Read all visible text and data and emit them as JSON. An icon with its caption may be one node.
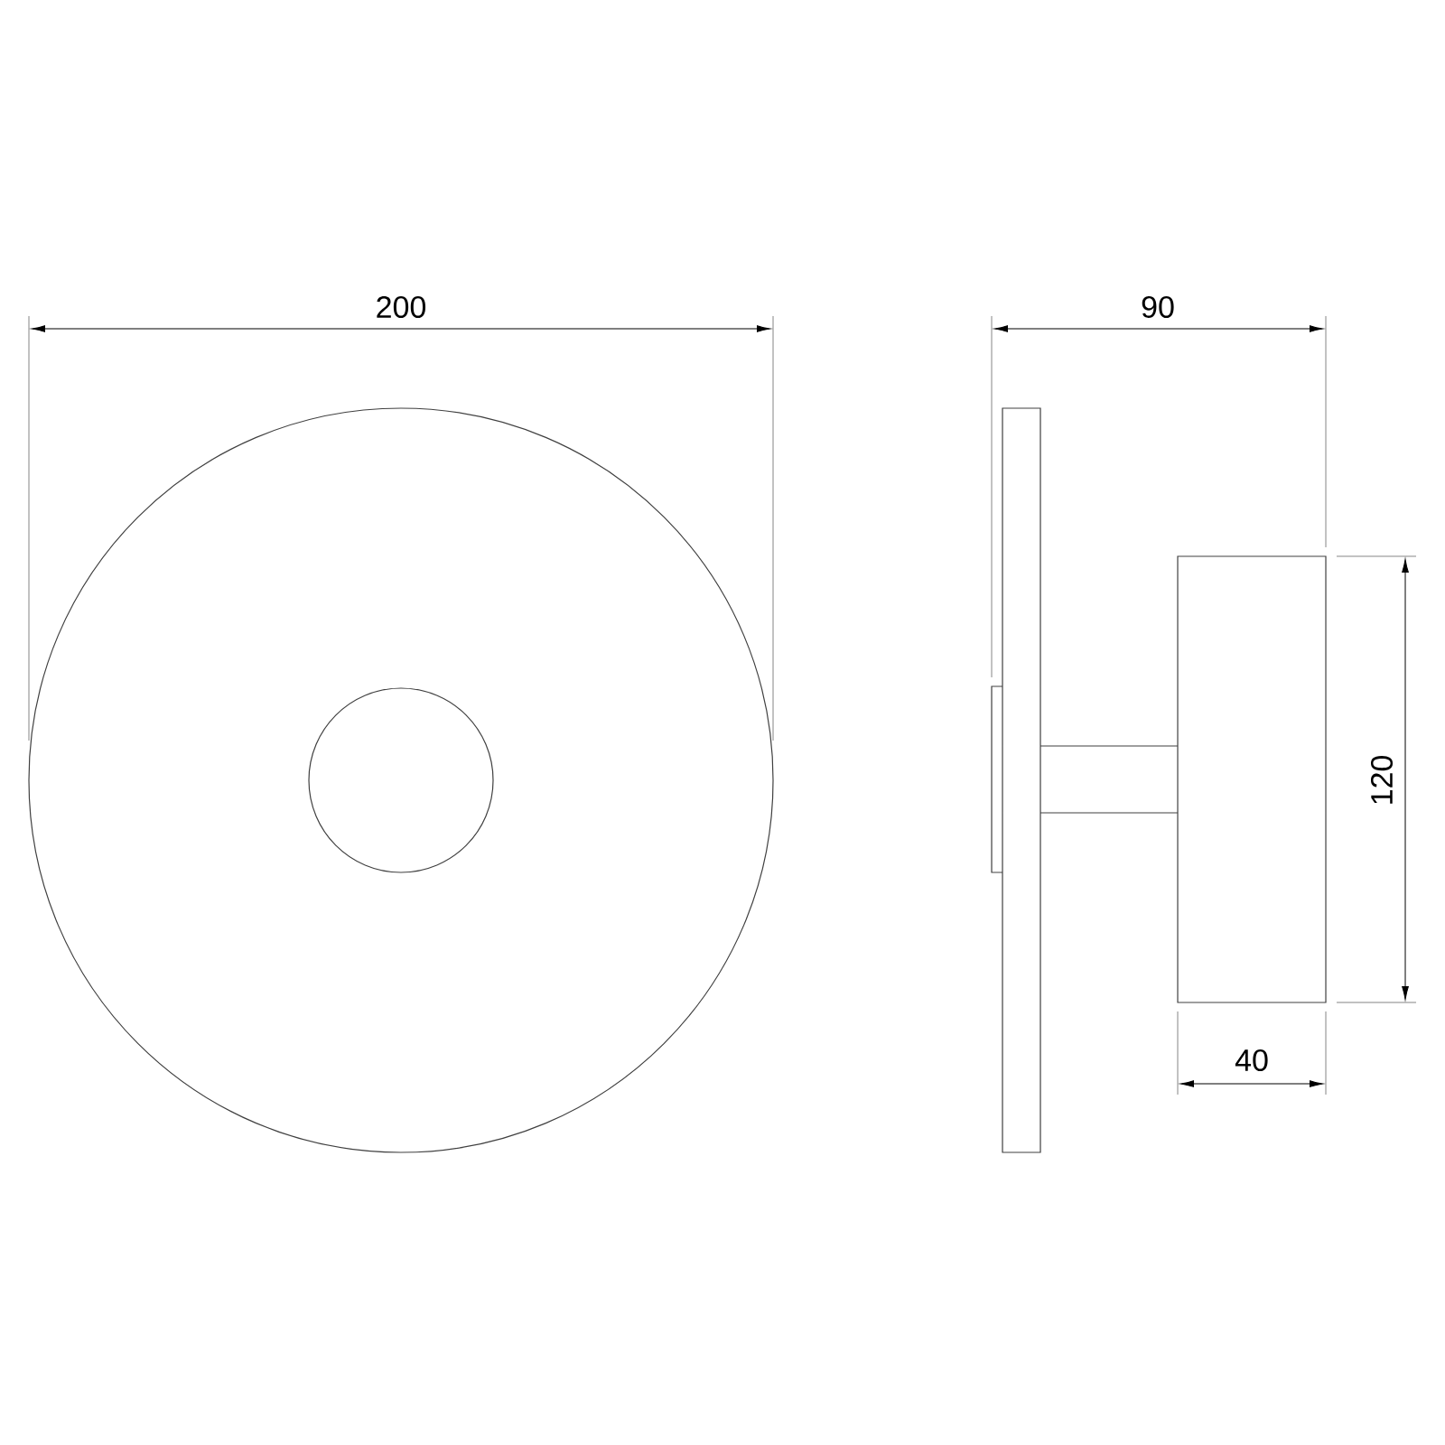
{
  "diagram": {
    "labels": [
      "200",
      "90",
      "120",
      "40"
    ]
  }
}
